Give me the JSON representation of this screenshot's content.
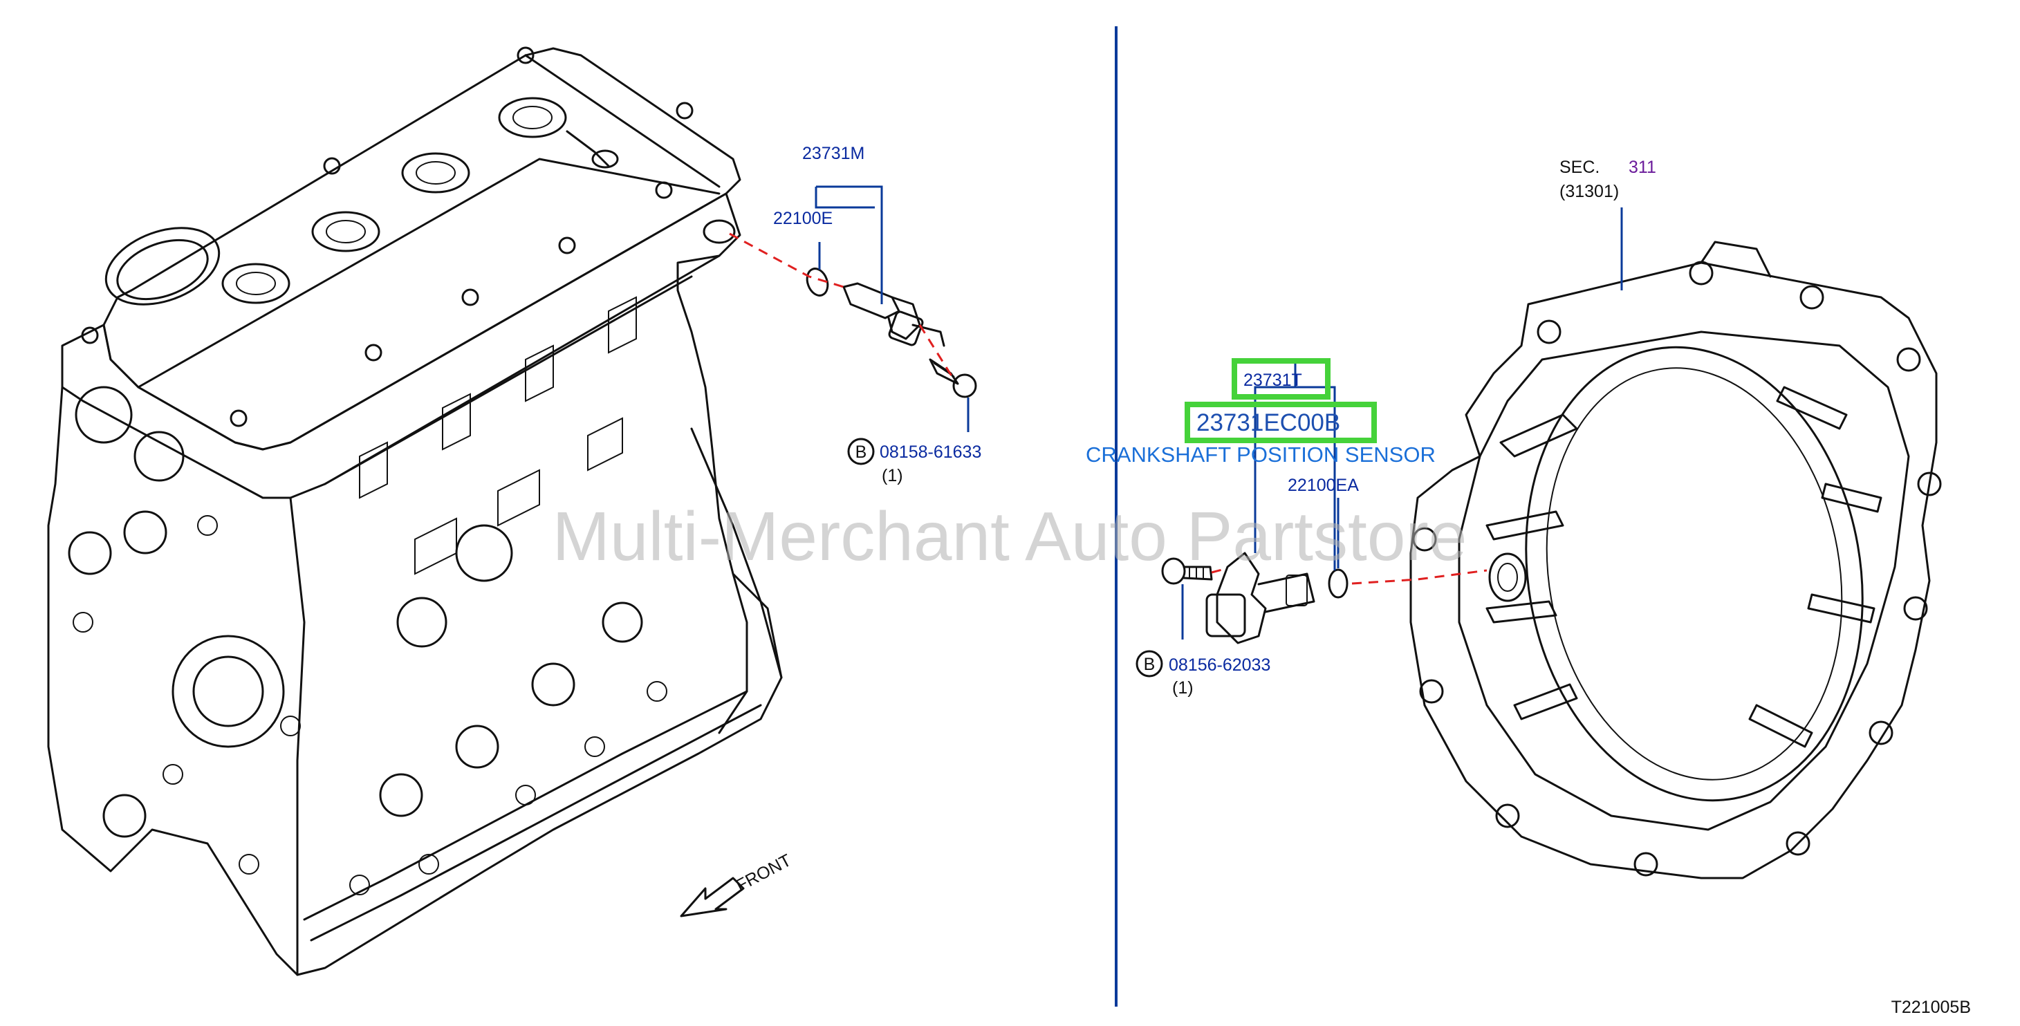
{
  "labels": {
    "left_sensor_part": "23731M",
    "left_oring_part": "22100E",
    "left_bolt_part": "08158-61633",
    "left_bolt_qty": "(1)",
    "right_sensor_part": "23731T",
    "right_sensor_oem": "23731EC00B",
    "right_sensor_name": "CRANKSHAFT POSITION SENSOR",
    "right_oring_part": "22100EA",
    "right_bolt_part": "08156-62033",
    "right_bolt_qty": "(1)",
    "section_prefix": "SEC.",
    "section_number": "311",
    "section_ref": "(31301)",
    "front_label": "FRONT",
    "bolt_badge": "B",
    "diagram_code": "T221005B"
  },
  "watermark": "Multi-Merchant Auto Partstore",
  "colors": {
    "part_number": "#0a2aa0",
    "highlight_box": "#45d23a",
    "leader_line": "#0a3a9a",
    "dashed_axis": "#e02020",
    "callout_text": "#1a6fd8"
  }
}
